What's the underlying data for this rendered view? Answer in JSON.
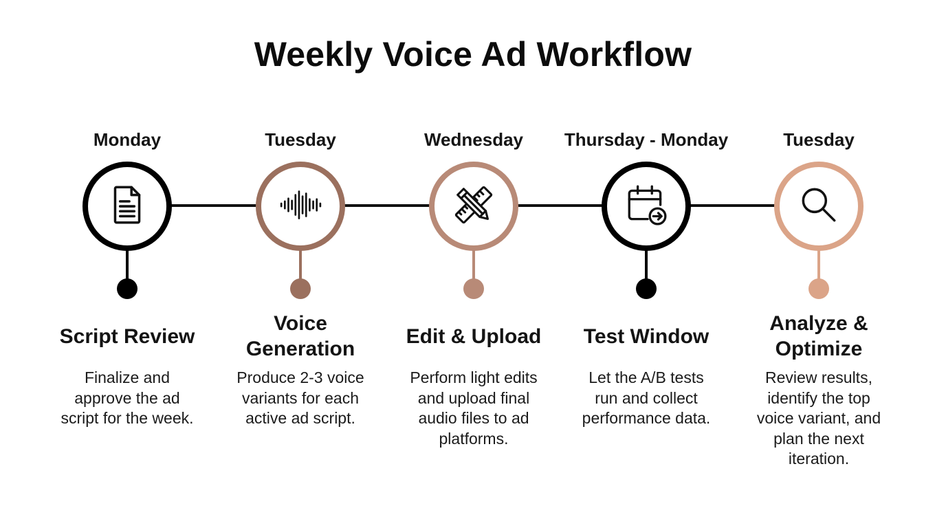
{
  "title": "Weekly Voice Ad Workflow",
  "steps": [
    {
      "day": "Monday",
      "icon": "document-icon",
      "color": "#000000",
      "heading_lines": [
        "Script Review"
      ],
      "description_lines": [
        "Finalize and",
        "approve the ad",
        "script for the week."
      ]
    },
    {
      "day": "Tuesday",
      "icon": "soundwave-icon",
      "color": "#9b705e",
      "heading_lines": [
        "Voice",
        "Generation"
      ],
      "description_lines": [
        "Produce 2-3 voice",
        "variants for each",
        "active ad script."
      ]
    },
    {
      "day": "Wednesday",
      "icon": "pencil-ruler-icon",
      "color": "#b88a77",
      "heading_lines": [
        "Edit & Upload"
      ],
      "description_lines": [
        "Perform light edits",
        "and upload final",
        "audio files to ad",
        "platforms."
      ]
    },
    {
      "day": "Thursday - Monday",
      "icon": "calendar-arrow-icon",
      "color": "#000000",
      "heading_lines": [
        "Test Window"
      ],
      "description_lines": [
        "Let the A/B tests",
        "run and collect",
        "performance data."
      ]
    },
    {
      "day": "Tuesday",
      "icon": "magnifier-icon",
      "color": "#dba488",
      "heading_lines": [
        "Analyze &",
        "Optimize"
      ],
      "description_lines": [
        "Review results,",
        "identify the top",
        "voice variant, and",
        "plan the next",
        "iteration."
      ]
    }
  ]
}
